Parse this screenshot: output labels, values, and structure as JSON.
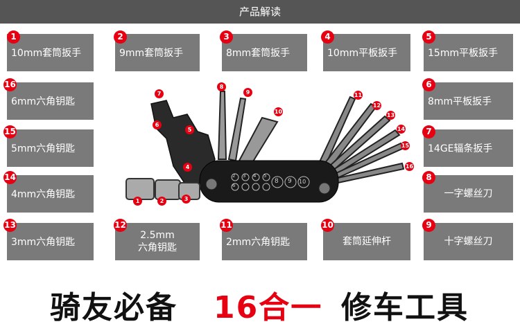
{
  "header": {
    "title": "产品解读"
  },
  "labels": [
    {
      "num": "1",
      "text": "10mm套筒扳手"
    },
    {
      "num": "2",
      "text": "9mm套筒扳手"
    },
    {
      "num": "3",
      "text": "8mm套筒扳手"
    },
    {
      "num": "4",
      "text": "10mm平板扳手"
    },
    {
      "num": "5",
      "text": "15mm平板扳手"
    },
    {
      "num": "16",
      "text": "6mm六角钥匙"
    },
    {
      "num": "6",
      "text": "8mm平板扳手"
    },
    {
      "num": "15",
      "text": "5mm六角钥匙"
    },
    {
      "num": "7",
      "text": "14GE辐条扳手"
    },
    {
      "num": "14",
      "text": "4mm六角钥匙"
    },
    {
      "num": "8",
      "text": "一字螺丝刀"
    },
    {
      "num": "13",
      "text": "3mm六角钥匙"
    },
    {
      "num": "12",
      "text": "2.5mm",
      "text2": "六角钥匙"
    },
    {
      "num": "11",
      "text": "2mm六角钥匙"
    },
    {
      "num": "10",
      "text": "套筒延伸杆"
    },
    {
      "num": "9",
      "text": "十字螺丝刀"
    }
  ],
  "diagram_numbers": [
    "1",
    "2",
    "3",
    "4",
    "5",
    "6",
    "7",
    "8",
    "9",
    "10",
    "11",
    "12",
    "13",
    "14",
    "15",
    "16"
  ],
  "tool_dial_numbers": [
    "2",
    "3",
    "4",
    "5",
    "6",
    "8",
    "9",
    "10"
  ],
  "slogan": {
    "part1": "骑友必备",
    "part2": "16合一",
    "part3": "修车工具"
  },
  "colors": {
    "accent": "#e60012",
    "label_bg": "#7a7a7a",
    "header_bg": "#555555"
  }
}
